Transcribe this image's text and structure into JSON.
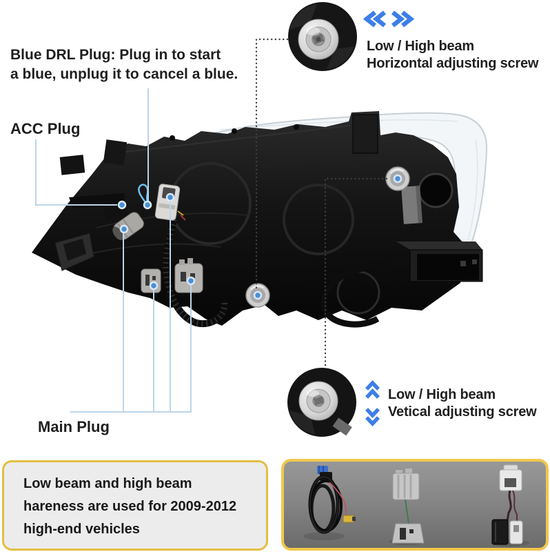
{
  "colors": {
    "accent_blue": "#3d7ee8",
    "leader_line_blue": "#bcd5e9",
    "marker_dot_blue": "#4a8fd6",
    "info_box_border": "#e4be41",
    "parts_panel_border": "#f1c74d",
    "text": "#1f1f1f"
  },
  "annotations": {
    "drl_note": {
      "line1": "Blue DRL Plug: Plug in to start",
      "line2": "a blue, unplug it to cancel a blue."
    },
    "acc_plug": {
      "label": "ACC Plug"
    },
    "main_plug": {
      "label": "Main Plug"
    },
    "horizontal_adjust": {
      "line1": "Low / High beam",
      "line2": "Horizontal adjusting screw",
      "icons": [
        "double-chevron-left",
        "double-chevron-right"
      ]
    },
    "vertical_adjust": {
      "line1": "Low / High beam",
      "line2": "Vetical adjusting screw",
      "icons": [
        "double-chevron-up",
        "double-chevron-down"
      ]
    }
  },
  "info_box": {
    "line1": "Low beam and high beam",
    "line2": "hareness are used for 2009-2012",
    "line3": "high-end vehicles"
  },
  "parts_panel": {
    "items": [
      "wiring-harness-photo",
      "bulb-socket-adapter-photo",
      "harness-adapter-photo"
    ]
  }
}
